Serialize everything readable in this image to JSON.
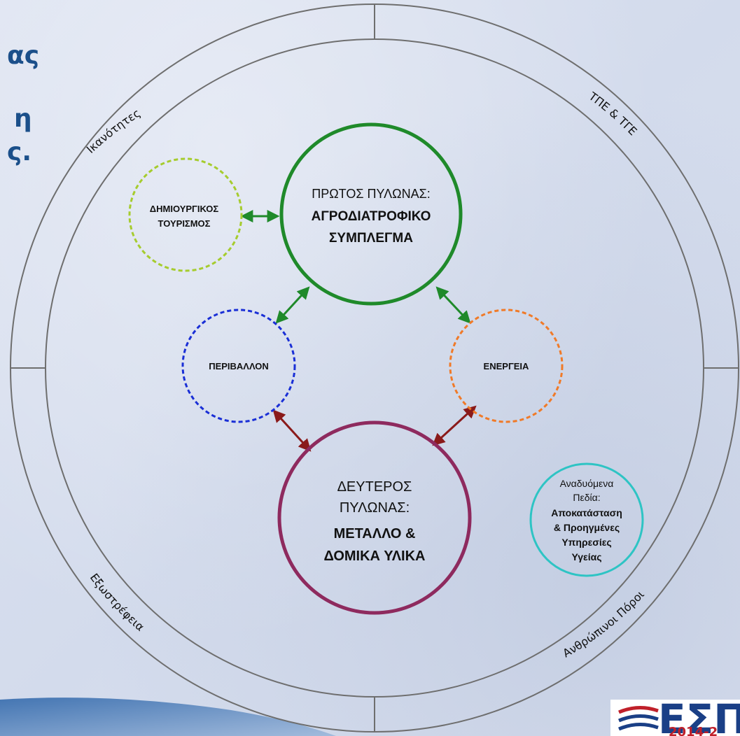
{
  "slide_text": {
    "frag1": "ας",
    "frag2": "η",
    "frag3": "ς."
  },
  "ring_labels": {
    "top_left": "Ικανότητες",
    "top_right": "ΤΠΕ & ΤΓΕ",
    "bottom_left": "Εξωστρέφεια",
    "bottom_right": "Ανθρώπινοι Πόροι"
  },
  "nodes": {
    "pillar1": {
      "line1": "ΠΡΩΤΟΣ ΠΥΛΩΝΑΣ:",
      "line2": "ΑΓΡΟΔΙΑΤΡΟΦΙΚΟ",
      "line3": "ΣΥΜΠΛΕΓΜΑ",
      "color": "#1f8a2a"
    },
    "tourism": {
      "line1": "ΔΗΜΙΟΥΡΓΙΚΟΣ",
      "line2": "ΤΟΥΡΙΣΜΟΣ",
      "color": "#a6cc2e"
    },
    "environment": {
      "label": "ΠΕΡΙΒΑΛΛΟΝ",
      "color": "#1a2fd6"
    },
    "energy": {
      "label": "ΕΝΕΡΓΕΙΑ",
      "color": "#f07a28"
    },
    "pillar2": {
      "line1": "ΔΕΥΤΕΡΟΣ",
      "line2": "ΠΥΛΩΝΑΣ:",
      "line3": "ΜΕΤΑΛΛΟ &",
      "line4": "ΔΟΜΙΚΑ ΥΛΙΚΑ",
      "color": "#8e2a5e"
    },
    "emerging": {
      "line1": "Αναδυόμενα",
      "line2": "Πεδία:",
      "line3": "Αποκατάσταση",
      "line4": "& Προηγμένες",
      "line5": "Υπηρεσίες",
      "line6": "Υγείας",
      "color": "#2ec4c4"
    }
  },
  "arrow_colors": {
    "green": "#1f8a2a",
    "dark_red": "#8a1a1a"
  },
  "logo": {
    "text": "ΕΣΠ",
    "year": "2014-2"
  }
}
